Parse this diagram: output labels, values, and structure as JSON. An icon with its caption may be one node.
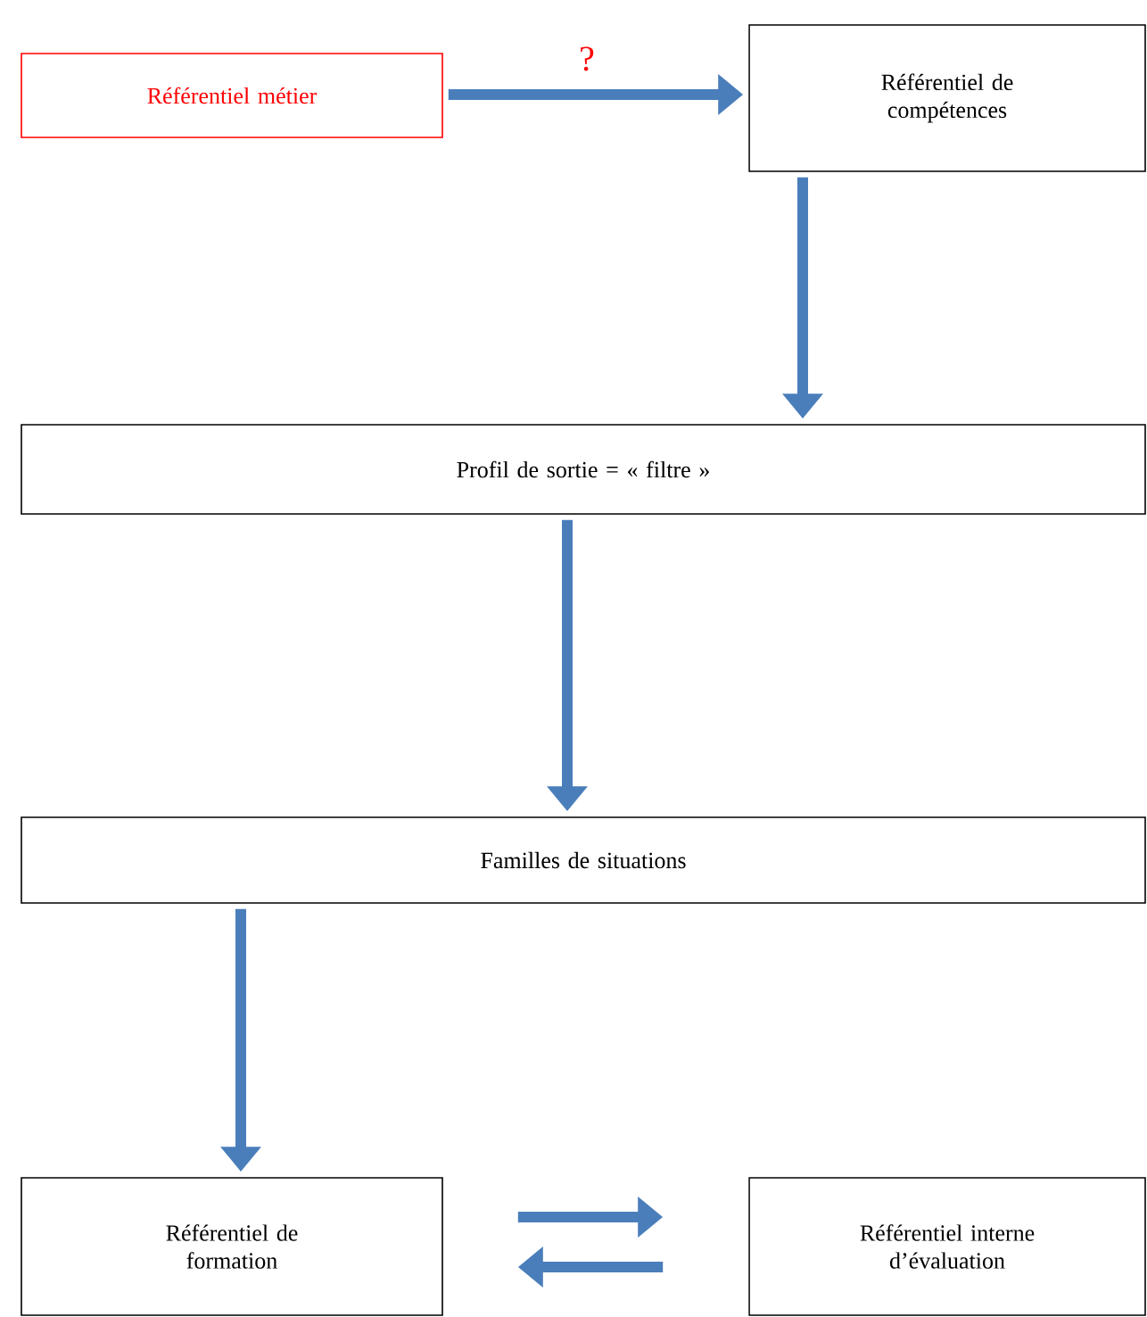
{
  "diagram": {
    "nodes": [
      {
        "text": [
          "Référentiel métier"
        ]
      },
      {
        "text": [
          "Référentiel de compétences"
        ]
      },
      {
        "text": [
          "Profil de sortie = « filtre »"
        ]
      },
      {
        "text": [
          "Familles de situations"
        ]
      },
      {
        "text": [
          "Référentiel de formation"
        ]
      },
      {
        "text": [
          "Référentiel interne d’évaluation"
        ]
      }
    ],
    "edges": [
      {
        "from": 0,
        "to": 1,
        "arrow": "to",
        "label": "?"
      },
      {
        "from": 1,
        "to": 2,
        "arrow": "to"
      },
      {
        "from": 2,
        "to": 3,
        "arrow": "to"
      },
      {
        "from": 3,
        "to": 4,
        "arrow": "to"
      },
      {
        "from": 4,
        "to": 5,
        "arrow": "to"
      },
      {
        "from": 5,
        "to": 4,
        "arrow": "to"
      }
    ]
  }
}
